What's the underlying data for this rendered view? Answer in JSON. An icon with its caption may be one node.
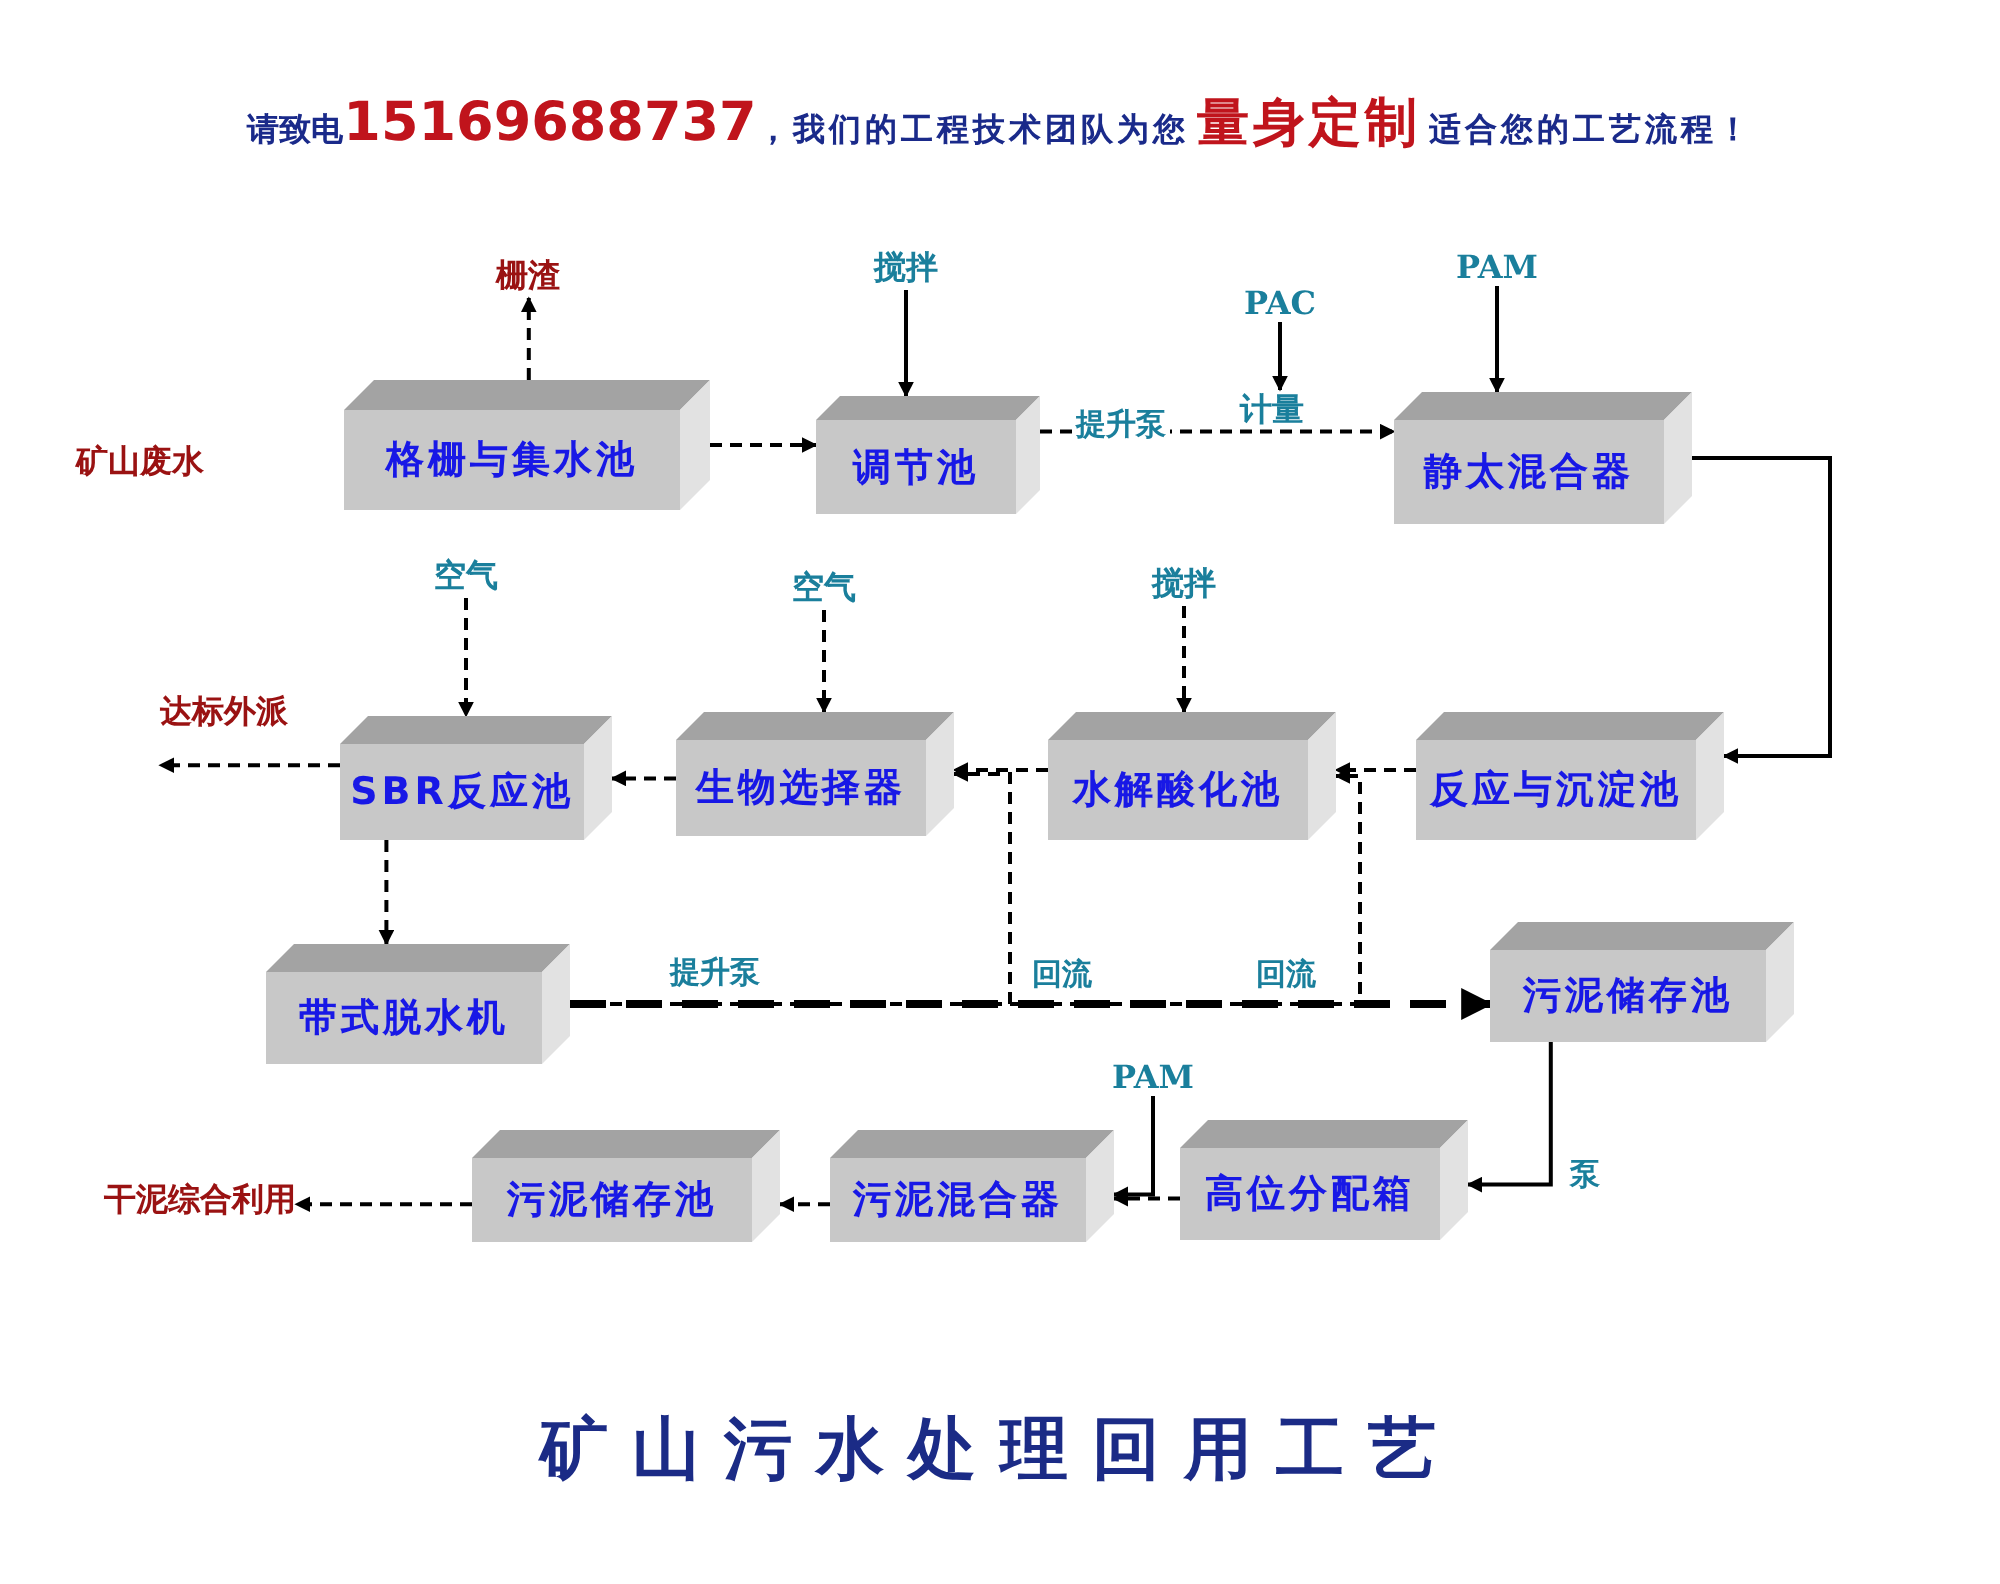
{
  "diagram": {
    "title": "矿山污水处理回用工艺",
    "nodes": [
      {
        "text": [
          "格栅与集水池"
        ]
      },
      {
        "text": [
          "调节池"
        ]
      },
      {
        "text": [
          "静太混合器"
        ]
      },
      {
        "text": [
          "反应与沉淀池"
        ]
      },
      {
        "text": [
          "水解酸化池"
        ]
      },
      {
        "text": [
          "生物选择器"
        ]
      },
      {
        "text": [
          "SBR反应池"
        ]
      },
      {
        "text": [
          "带式脱水机"
        ]
      },
      {
        "text": [
          "污泥储存池"
        ]
      },
      {
        "text": [
          "高位分配箱"
        ]
      },
      {
        "text": [
          "污泥混合器"
        ]
      },
      {
        "text": [
          "污泥储存池"
        ]
      },
      {
        "text": [
          "栅渣"
        ]
      },
      {
        "text": [
          "搅拌"
        ]
      },
      {
        "text": [
          "PAC"
        ]
      },
      {
        "text": [
          "计量"
        ]
      },
      {
        "text": [
          "PAM"
        ]
      },
      {
        "text": [
          "空气"
        ]
      },
      {
        "text": [
          "空气"
        ]
      },
      {
        "text": [
          "搅拌"
        ]
      },
      {
        "text": [
          "达标外派"
        ]
      },
      {
        "text": [
          "干泥综合利用"
        ]
      },
      {
        "text": [
          "PAM"
        ]
      }
    ],
    "edges": [
      {
        "from": 0,
        "to": 12,
        "arrow": "to",
        "style": "dashed"
      },
      {
        "from": 0,
        "to": 1,
        "arrow": "to",
        "style": "dashed"
      },
      {
        "from": 1,
        "to": 2,
        "arrow": "to",
        "style": "dashed",
        "label": "提升泵"
      },
      {
        "from": 14,
        "to": 15,
        "arrow": "to"
      },
      {
        "from": 16,
        "to": 2,
        "arrow": "to"
      },
      {
        "from": 13,
        "to": 1,
        "arrow": "to"
      },
      {
        "from": 2,
        "to": 3,
        "arrow": "to"
      },
      {
        "from": 3,
        "to": 4,
        "arrow": "to",
        "style": "dashed"
      },
      {
        "from": 4,
        "to": 5,
        "arrow": "to",
        "style": "dashed"
      },
      {
        "from": 5,
        "to": 6,
        "arrow": "to",
        "style": "dashed"
      },
      {
        "from": 17,
        "to": 6,
        "arrow": "to",
        "style": "dashed"
      },
      {
        "from": 18,
        "to": 5,
        "arrow": "to",
        "style": "dashed"
      },
      {
        "from": 19,
        "to": 4,
        "arrow": "to",
        "style": "dashed"
      },
      {
        "from": 6,
        "to": 20,
        "arrow": "to",
        "style": "dashed"
      },
      {
        "from": 6,
        "to": 7,
        "arrow": "to",
        "style": "dashed"
      },
      {
        "from": 7,
        "to": 8,
        "arrow": "to",
        "style": "dashed",
        "label": "提升泵"
      },
      {
        "from": 7,
        "to": 5,
        "arrow": "to",
        "style": "dashed",
        "label": "回流"
      },
      {
        "from": 7,
        "to": 4,
        "arrow": "to",
        "style": "dashed",
        "label": "回流"
      },
      {
        "from": 8,
        "to": 9,
        "arrow": "to",
        "label": "泵"
      },
      {
        "from": 22,
        "to": 10,
        "arrow": "to"
      },
      {
        "from": 9,
        "to": 10,
        "arrow": "to",
        "style": "dashed"
      },
      {
        "from": 10,
        "to": 11,
        "arrow": "to",
        "style": "dashed"
      },
      {
        "from": 11,
        "to": 21,
        "arrow": "to",
        "style": "dashed"
      }
    ],
    "labels": [
      "请致电",
      "15169688737",
      "，我们的工程技术团队为您",
      "量身定制",
      "适合您的工艺流程！",
      "矿山废水"
    ]
  }
}
